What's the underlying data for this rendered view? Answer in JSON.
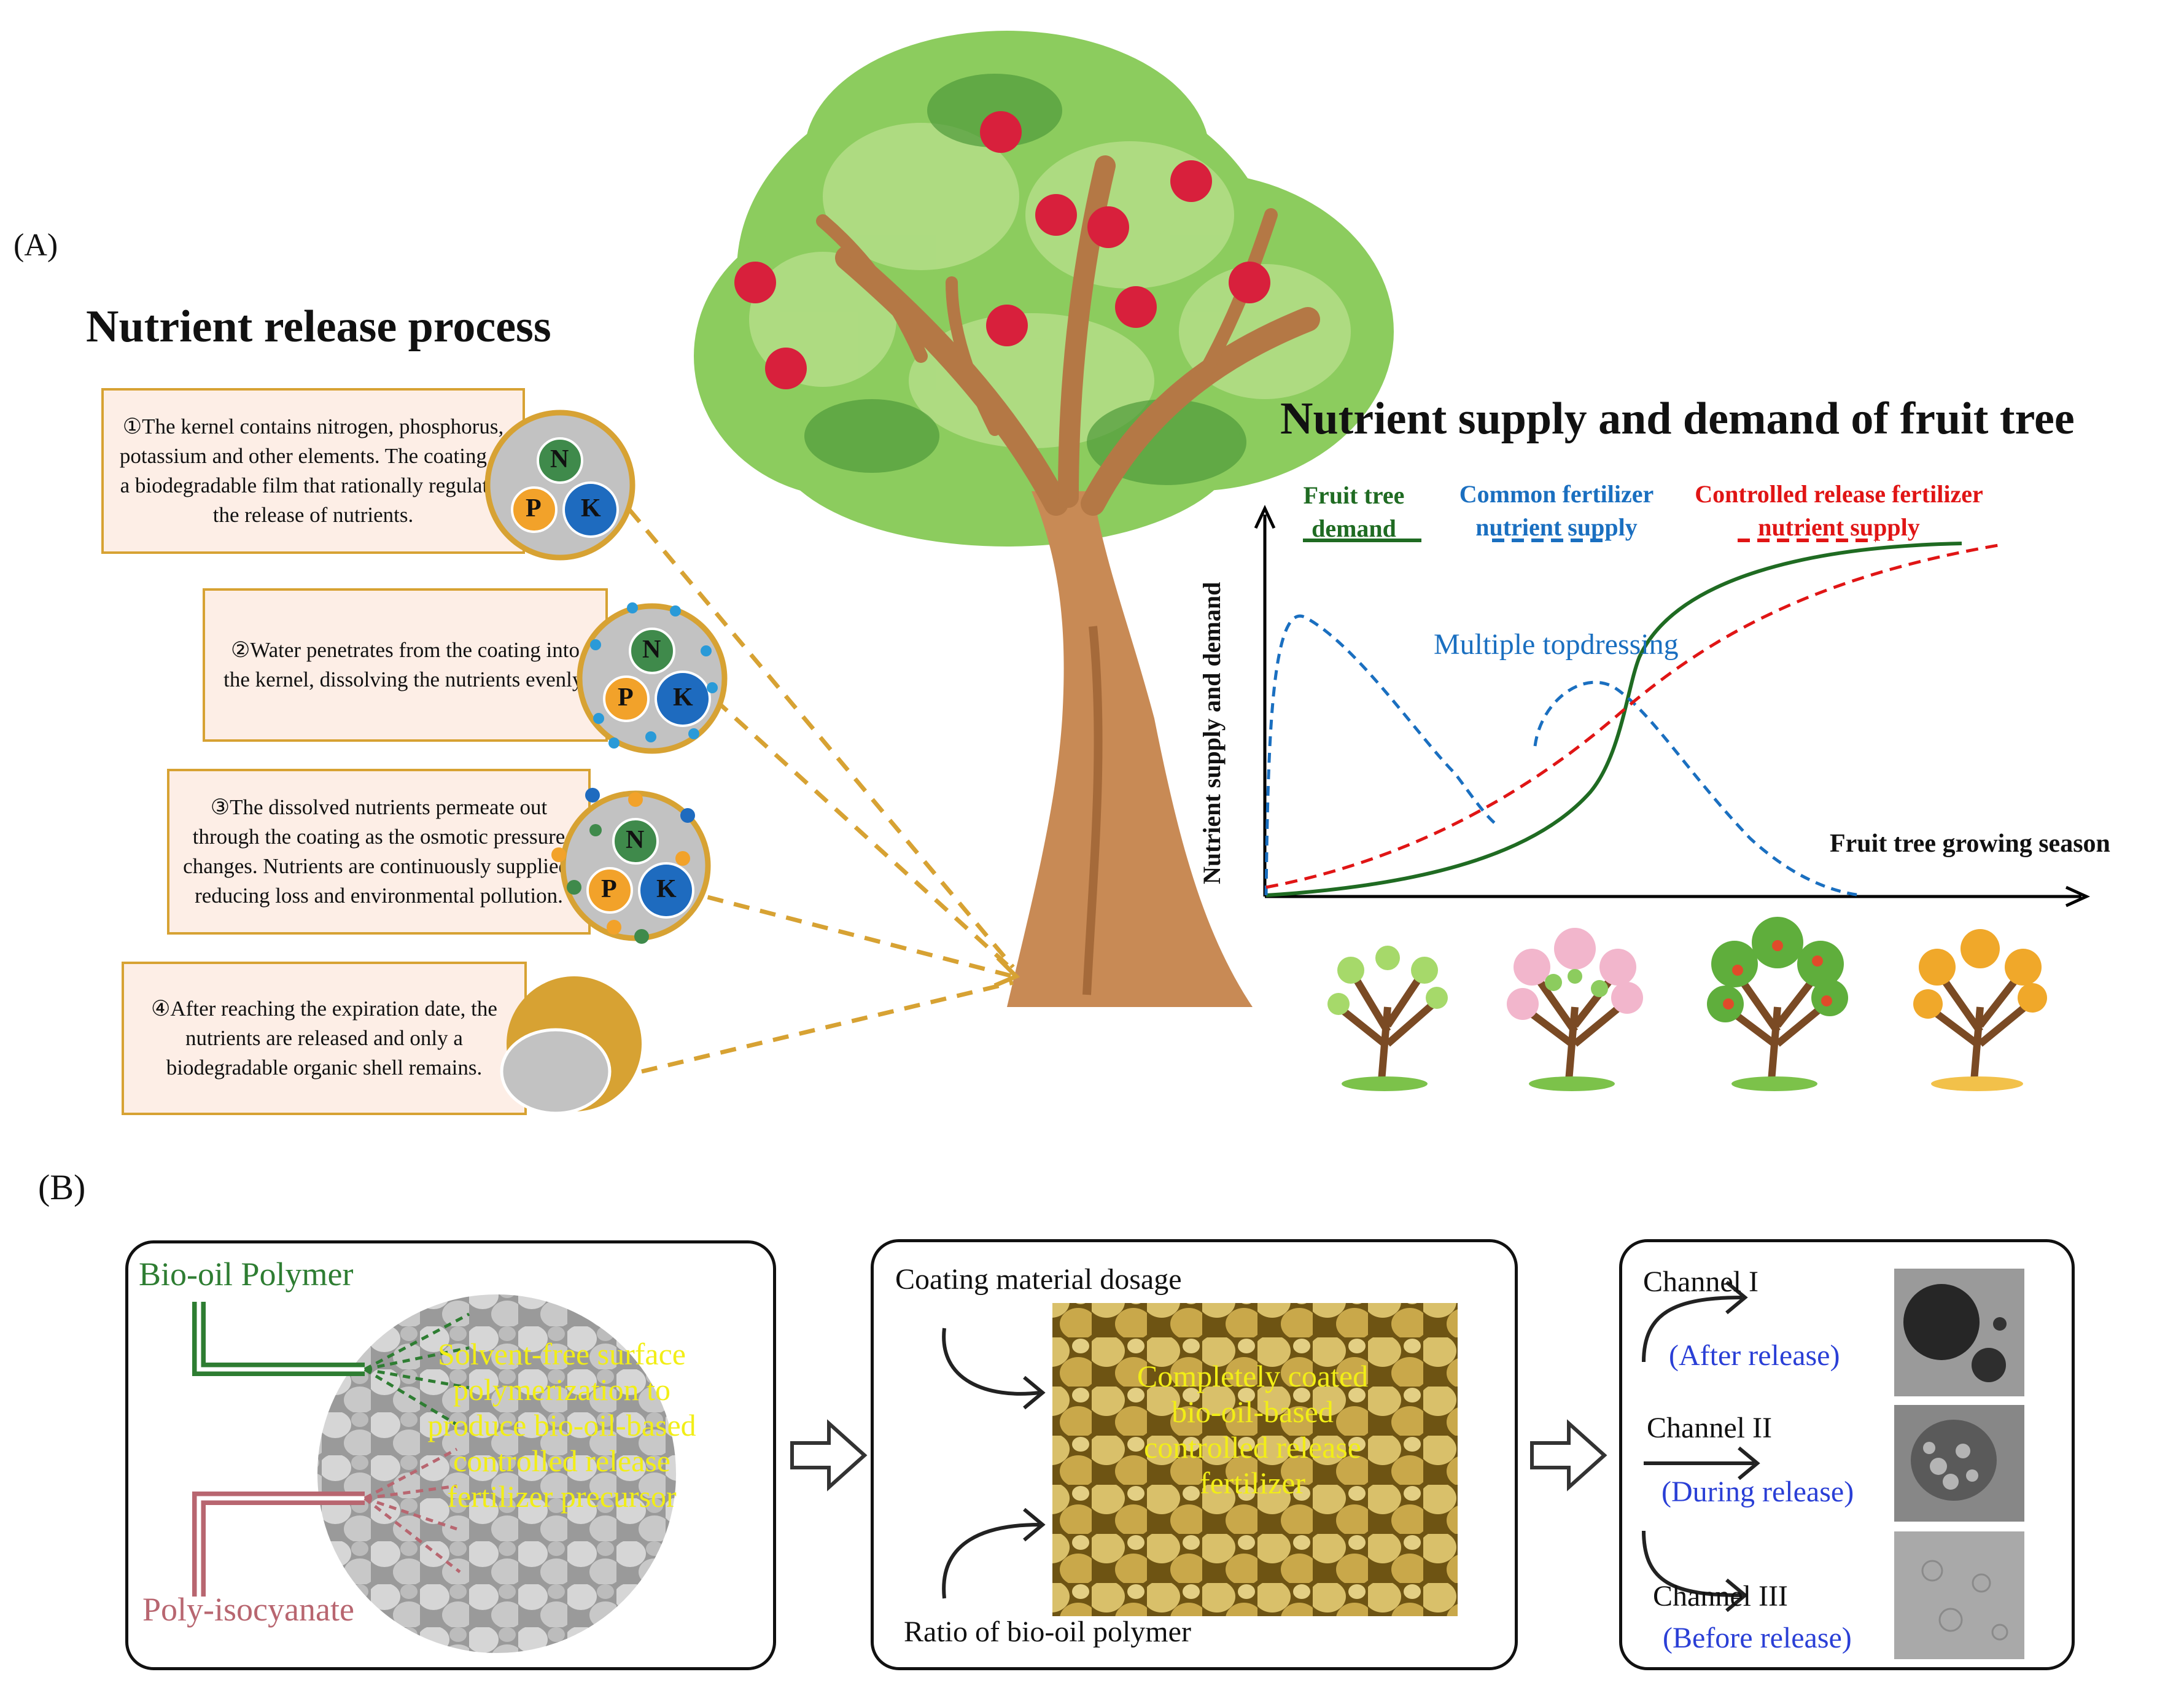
{
  "panel_a": {
    "label": "(A)",
    "release_title": "Nutrient release process",
    "steps": [
      "①The kernel contains nitrogen, phosphorus, potassium and other elements. The coating is a biodegradable film that rationally regulates the release of nutrients.",
      "②Water penetrates from the coating into the kernel, dissolving the nutrients evenly.",
      "③The dissolved nutrients permeate out through the coating as the osmotic pressure changes. Nutrients are continuously supplied, reducing loss and environmental pollution.",
      "④After reaching the expiration date, the nutrients are released and only a biodegradable organic shell remains."
    ],
    "granule_letters": {
      "n": "N",
      "p": "P",
      "k": "K"
    },
    "supply_title": "Nutrient supply and demand of fruit tree"
  },
  "chart_data": {
    "type": "line",
    "title": "Nutrient supply and demand of fruit tree",
    "xlabel": "Fruit tree growing season",
    "ylabel": "Nutrient supply and demand",
    "annotation": "Multiple topdressing",
    "legend": [
      {
        "label": "Fruit tree demand",
        "color": "#1f6b22",
        "style": "solid"
      },
      {
        "label": "Common fertilizer nutrient supply",
        "color": "#1a6fc0",
        "style": "dashed"
      },
      {
        "label": "Controlled release fertilizer nutrient supply",
        "color": "#e01515",
        "style": "dashed"
      }
    ],
    "legend_placement": "top",
    "grid": false
  },
  "panel_b": {
    "label": "(B)",
    "box1": {
      "top_label": "Bio-oil Polymer",
      "bottom_label": "Poly-isocyanate",
      "overlay": [
        "Solvent-free surface",
        "polymerization to",
        "produce bio-oil-based",
        "controlled release",
        "fertilizer precursor"
      ]
    },
    "box2": {
      "top_label": "Coating material dosage",
      "bottom_label": "Ratio of bio-oil polymer",
      "overlay": [
        "Completely coated",
        "bio-oil-based",
        "controlled release",
        "fertilizer"
      ]
    },
    "box3": {
      "channels": [
        {
          "name": "Channel I",
          "state": "(After release)"
        },
        {
          "name": "Channel II",
          "state": "(During release)"
        },
        {
          "name": "Channel III",
          "state": "(Before release)"
        }
      ]
    }
  },
  "colors": {
    "accent_gold": "#d7a233",
    "demand_green": "#1f6b22",
    "common_blue": "#1a6fc0",
    "controlled_red": "#e01515",
    "overlay_yellow": "#f2ee16",
    "polymer_green": "#2e7d32",
    "isocyanate_rose": "#b86670"
  }
}
